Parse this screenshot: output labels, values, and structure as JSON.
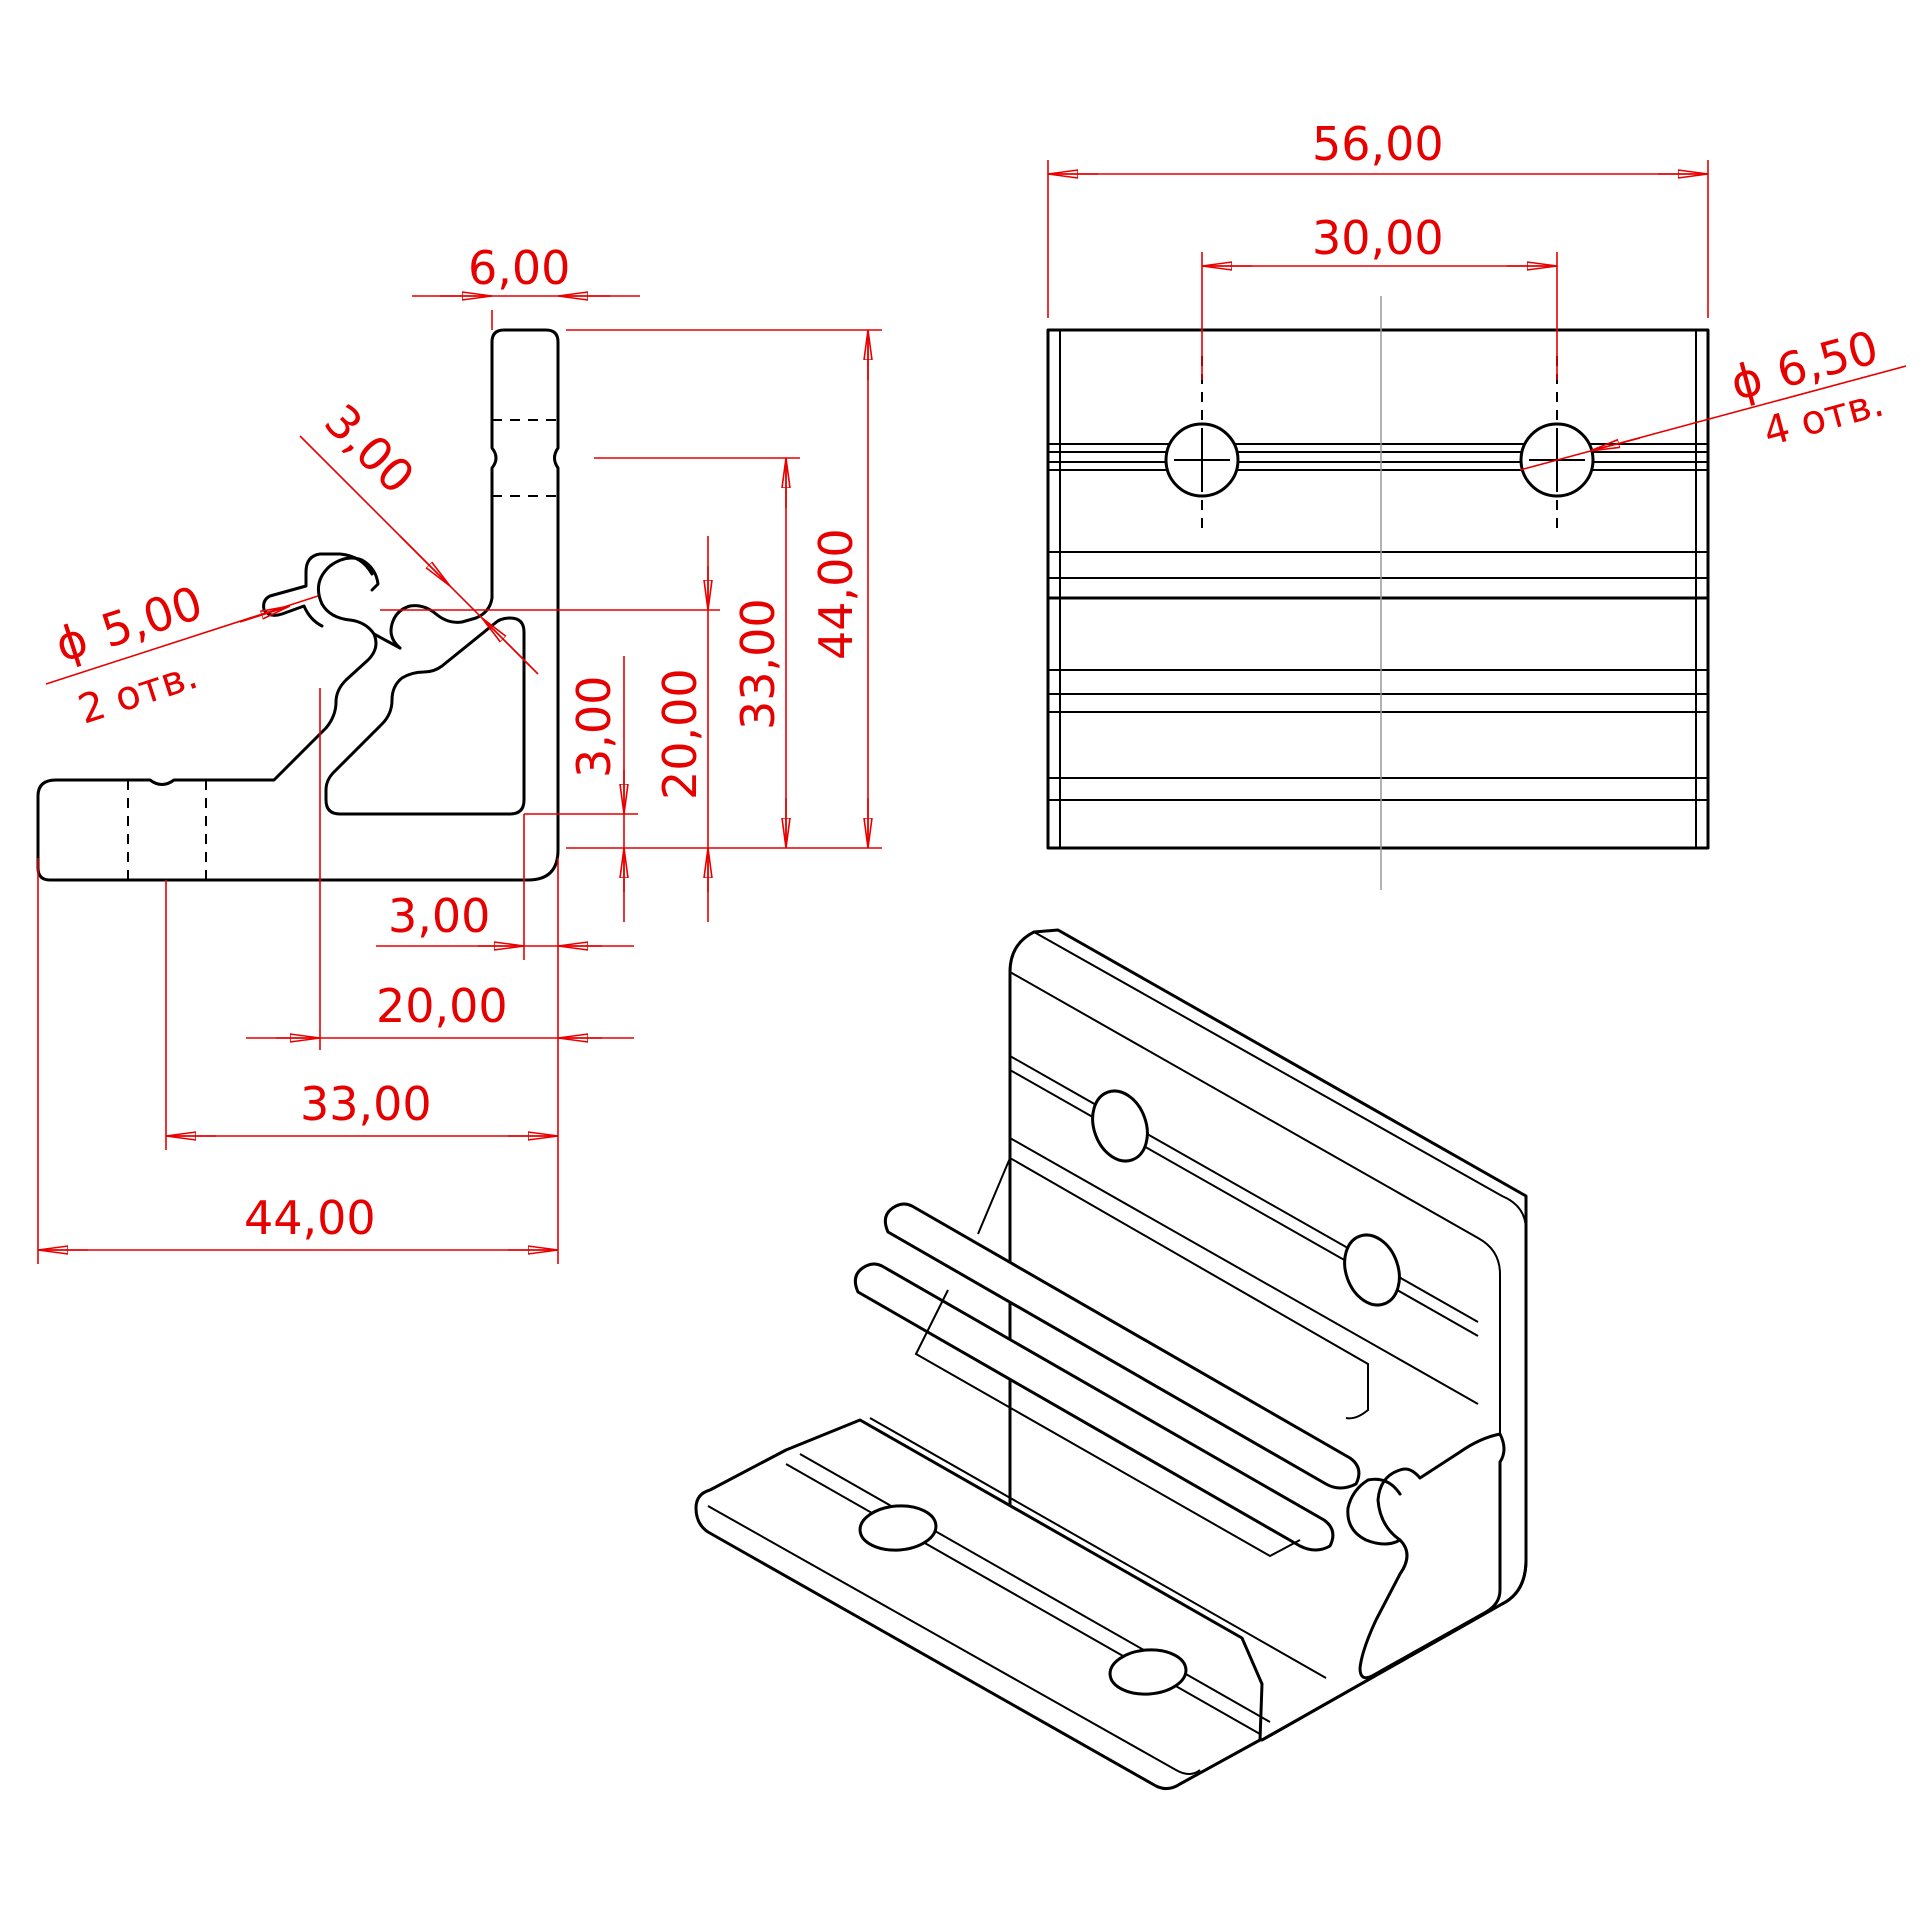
{
  "colors": {
    "dimension": "#e60000",
    "outline": "#000000",
    "centerline": "#999999"
  },
  "views": [
    "side-section-view",
    "top-view",
    "isometric-view"
  ],
  "side_view": {
    "dim_6": "6,00",
    "dim_3_slot": "3,00",
    "dim_3_right": "3,00",
    "dim_20_right": "20,00",
    "dim_33_right": "33,00",
    "dim_44_right": "44,00",
    "dim_3_bottom": "3,00",
    "dim_20_bottom": "20,00",
    "dim_33_bottom": "33,00",
    "dim_44_bottom": "44,00",
    "hole_dia": "5,00",
    "hole_count": "2 отв."
  },
  "top_view": {
    "dim_56": "56,00",
    "dim_30": "30,00",
    "hole_dia": "6,50",
    "hole_count": "4 отв."
  },
  "symbols": {
    "diameter": "ϕ"
  }
}
